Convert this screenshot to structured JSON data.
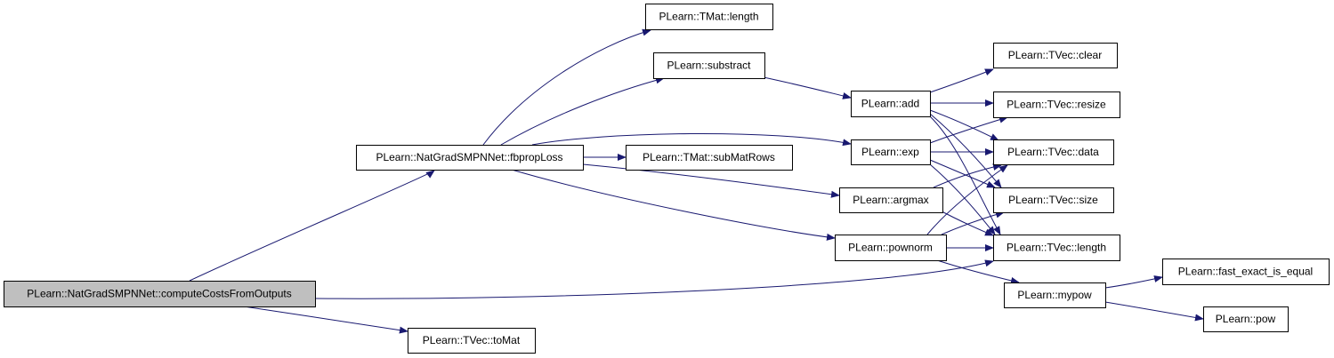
{
  "graph": {
    "edge_color": "#191970",
    "root_fill": "#bfbfbf",
    "nodes": [
      {
        "id": "root",
        "label": "PLearn::NatGradSMPNNet::computeCostsFromOutputs",
        "highlighted": true
      },
      {
        "id": "fbprop",
        "label": "PLearn::NatGradSMPNNet::fbpropLoss"
      },
      {
        "id": "tomat",
        "label": "PLearn::TVec::toMat"
      },
      {
        "id": "tmatlen",
        "label": "PLearn::TMat::length"
      },
      {
        "id": "substract",
        "label": "PLearn::substract"
      },
      {
        "id": "submat",
        "label": "PLearn::TMat::subMatRows"
      },
      {
        "id": "add",
        "label": "PLearn::add"
      },
      {
        "id": "exp",
        "label": "PLearn::exp"
      },
      {
        "id": "argmax",
        "label": "PLearn::argmax"
      },
      {
        "id": "pownorm",
        "label": "PLearn::pownorm"
      },
      {
        "id": "clear",
        "label": "PLearn::TVec::clear"
      },
      {
        "id": "resize",
        "label": "PLearn::TVec::resize"
      },
      {
        "id": "data",
        "label": "PLearn::TVec::data"
      },
      {
        "id": "size",
        "label": "PLearn::TVec::size"
      },
      {
        "id": "tveclen",
        "label": "PLearn::TVec::length"
      },
      {
        "id": "mypow",
        "label": "PLearn::mypow"
      },
      {
        "id": "fastexact",
        "label": "PLearn::fast_exact_is_equal"
      },
      {
        "id": "pow",
        "label": "PLearn::pow"
      }
    ],
    "edges": [
      {
        "from": "root",
        "to": "fbprop"
      },
      {
        "from": "root",
        "to": "tveclen"
      },
      {
        "from": "root",
        "to": "tomat"
      },
      {
        "from": "fbprop",
        "to": "tmatlen"
      },
      {
        "from": "fbprop",
        "to": "substract"
      },
      {
        "from": "fbprop",
        "to": "submat"
      },
      {
        "from": "fbprop",
        "to": "exp"
      },
      {
        "from": "fbprop",
        "to": "argmax"
      },
      {
        "from": "fbprop",
        "to": "pownorm"
      },
      {
        "from": "substract",
        "to": "add"
      },
      {
        "from": "add",
        "to": "clear"
      },
      {
        "from": "add",
        "to": "resize"
      },
      {
        "from": "add",
        "to": "data"
      },
      {
        "from": "add",
        "to": "size"
      },
      {
        "from": "add",
        "to": "tveclen"
      },
      {
        "from": "exp",
        "to": "resize"
      },
      {
        "from": "exp",
        "to": "data"
      },
      {
        "from": "exp",
        "to": "size"
      },
      {
        "from": "exp",
        "to": "tveclen"
      },
      {
        "from": "argmax",
        "to": "data"
      },
      {
        "from": "argmax",
        "to": "tveclen"
      },
      {
        "from": "pownorm",
        "to": "data"
      },
      {
        "from": "pownorm",
        "to": "size"
      },
      {
        "from": "pownorm",
        "to": "tveclen"
      },
      {
        "from": "pownorm",
        "to": "mypow"
      },
      {
        "from": "mypow",
        "to": "fastexact"
      },
      {
        "from": "mypow",
        "to": "pow"
      }
    ]
  }
}
